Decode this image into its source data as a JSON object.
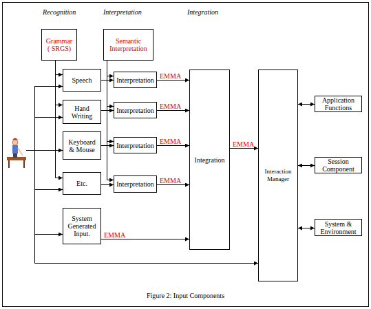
{
  "diagram": {
    "caption": "Figure 2: Input Components",
    "nodes": [
      {
        "text": [
          "Grammar ( SRGS)"
        ]
      },
      {
        "text": [
          "Semantic Interpretation"
        ]
      },
      {
        "text": [
          "Speech"
        ]
      },
      {
        "text": [
          "Hand Writing"
        ]
      },
      {
        "text": [
          "Keyboard & Mouse"
        ]
      },
      {
        "text": [
          "Etc."
        ]
      },
      {
        "text": [
          "System Generated Input."
        ]
      },
      {
        "text": [
          "Interpretation"
        ]
      },
      {
        "text": [
          "Interpretation"
        ]
      },
      {
        "text": [
          "Interpretation"
        ]
      },
      {
        "text": [
          "Interpretation"
        ]
      },
      {
        "text": [
          "Integration"
        ]
      },
      {
        "text": [
          "Interaction Manager"
        ]
      },
      {
        "text": [
          "Application Functions"
        ]
      },
      {
        "text": [
          "Session Component"
        ]
      },
      {
        "text": [
          "System & Environment"
        ]
      }
    ],
    "edges": [
      {
        "from": 0,
        "to": 2,
        "arrow": "to"
      },
      {
        "from": 0,
        "to": 3,
        "arrow": "to"
      },
      {
        "from": 0,
        "to": 5,
        "arrow": "to"
      },
      {
        "from": 1,
        "to": 7,
        "arrow": "to"
      },
      {
        "from": 1,
        "to": 8,
        "arrow": "to"
      },
      {
        "from": 1,
        "to": 9,
        "arrow": "to"
      },
      {
        "from": 1,
        "to": 10,
        "arrow": "to"
      },
      {
        "from": 2,
        "to": 7,
        "arrow": "to"
      },
      {
        "from": 3,
        "to": 8,
        "arrow": "to"
      },
      {
        "from": 4,
        "to": 9,
        "arrow": "to"
      },
      {
        "from": 5,
        "to": 10,
        "arrow": "to"
      },
      {
        "from": 7,
        "to": 11,
        "label": "EMMA",
        "arrow": "to"
      },
      {
        "from": 8,
        "to": 11,
        "label": "EMMA",
        "arrow": "to"
      },
      {
        "from": 9,
        "to": 11,
        "label": "EMMA",
        "arrow": "to"
      },
      {
        "from": 10,
        "to": 11,
        "label": "EMMA",
        "arrow": "to"
      },
      {
        "from": 6,
        "to": 11,
        "label": "EMMA",
        "arrow": "to"
      },
      {
        "from": 11,
        "to": 12,
        "label": "EMMA",
        "arrow": "to"
      },
      {
        "from": 12,
        "to": 13,
        "arrow": "both"
      },
      {
        "from": 12,
        "to": 14,
        "arrow": "both"
      },
      {
        "from": 12,
        "to": 15,
        "arrow": "both"
      }
    ],
    "labels": [
      "Recognition",
      "Interpretation",
      "Integration"
    ]
  }
}
